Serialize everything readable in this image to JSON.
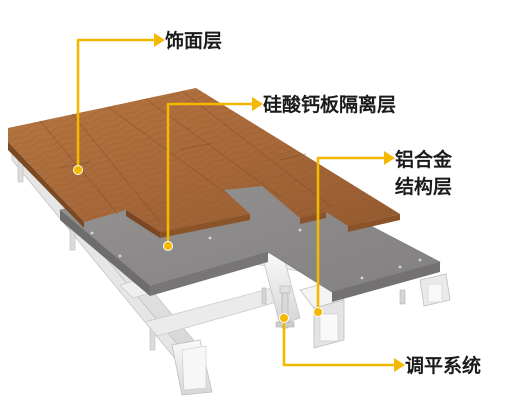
{
  "labels": {
    "finish_layer": "饰面层",
    "board_layer": "硅酸钙板隔离层",
    "frame_layer_line1": "铝合金",
    "frame_layer_line2": "结构层",
    "leveling_system": "调平系统"
  },
  "colors": {
    "wood": "#a8693a",
    "wood_dark": "#8a5128",
    "board": "#8c8a89",
    "board_edge": "#6c6a69",
    "frame": "#f2f2f2",
    "frame_shadow": "#c9c9c9",
    "callout": "#f5b800",
    "label_text": "#1b1b1b"
  }
}
